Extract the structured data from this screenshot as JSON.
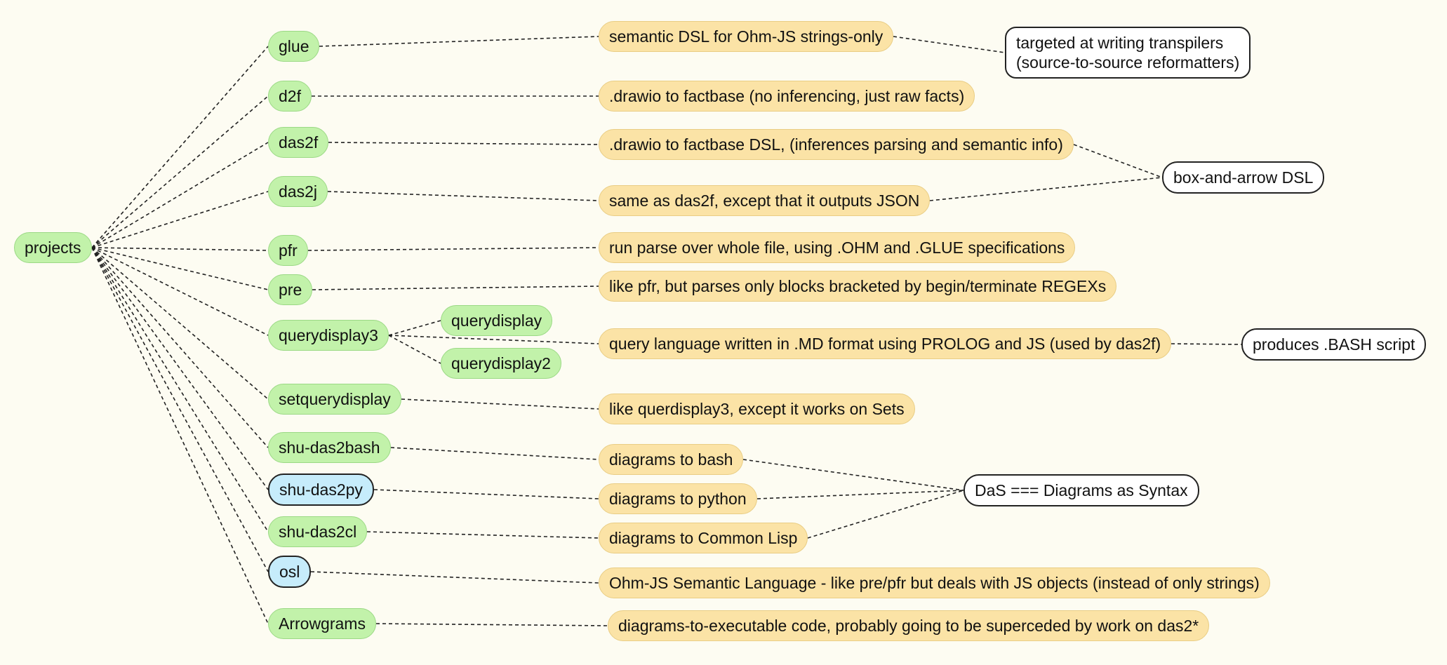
{
  "nodes": {
    "projects": "projects",
    "glue": "glue",
    "d2f": "d2f",
    "das2f": "das2f",
    "das2j": "das2j",
    "pfr": "pfr",
    "pre": "pre",
    "querydisplay3": "querydisplay3",
    "querydisplay": "querydisplay",
    "querydisplay2": "querydisplay2",
    "setquerydisplay": "setquerydisplay",
    "shu_das2bash": "shu-das2bash",
    "shu_das2py": "shu-das2py",
    "shu_das2cl": "shu-das2cl",
    "osl": "osl",
    "arrowgrams": "Arrowgrams",
    "d_glue": "semantic DSL for Ohm-JS strings-only",
    "n_transpilers_1": "targeted at writing transpilers",
    "n_transpilers_2": "(source-to-source reformatters)",
    "d_d2f": ".drawio to factbase (no inferencing, just raw facts)",
    "d_das2f": ".drawio to factbase DSL, (inferences parsing and semantic info)",
    "n_boxarrow": "box-and-arrow DSL",
    "d_das2j": "same as das2f, except that it outputs JSON",
    "d_pfr": "run parse over whole file, using .OHM and .GLUE specifications",
    "d_pre": "like pfr, but parses only blocks bracketed by begin/terminate REGEXs",
    "d_qd3": "query language written in .MD format using PROLOG and JS (used by das2f)",
    "n_bash": "produces .BASH script",
    "d_setqd": "like querdisplay3, except it works on Sets",
    "d_bash": "diagrams to bash",
    "d_python": "diagrams to python",
    "d_cl": "diagrams to Common Lisp",
    "n_das": "DaS === Diagrams as Syntax",
    "d_osl": "Ohm-JS Semantic Language - like pre/pfr but deals with JS objects (instead of only strings)",
    "d_arrowgrams": "diagrams-to-executable code, probably going to be superceded by work on das2*"
  },
  "edges": [
    [
      "projects",
      "glue"
    ],
    [
      "projects",
      "d2f"
    ],
    [
      "projects",
      "das2f"
    ],
    [
      "projects",
      "das2j"
    ],
    [
      "projects",
      "pfr"
    ],
    [
      "projects",
      "pre"
    ],
    [
      "projects",
      "querydisplay3"
    ],
    [
      "projects",
      "setquerydisplay"
    ],
    [
      "projects",
      "shu-das2bash"
    ],
    [
      "projects",
      "shu-das2py"
    ],
    [
      "projects",
      "shu-das2cl"
    ],
    [
      "projects",
      "osl"
    ],
    [
      "projects",
      "arrowgrams"
    ],
    [
      "glue",
      "d-glue"
    ],
    [
      "d-glue",
      "n-transpilers"
    ],
    [
      "d2f",
      "d-d2f"
    ],
    [
      "das2f",
      "d-das2f"
    ],
    [
      "d-das2f",
      "n-boxarrow"
    ],
    [
      "das2j",
      "d-das2j"
    ],
    [
      "d-das2j",
      "n-boxarrow"
    ],
    [
      "pfr",
      "d-pfr"
    ],
    [
      "pre",
      "d-pre"
    ],
    [
      "querydisplay3",
      "querydisplay"
    ],
    [
      "querydisplay3",
      "querydisplay2"
    ],
    [
      "querydisplay3",
      "d-qd3"
    ],
    [
      "d-qd3",
      "n-bash"
    ],
    [
      "setquerydisplay",
      "d-setqd"
    ],
    [
      "shu-das2bash",
      "d-bash"
    ],
    [
      "d-bash",
      "n-das"
    ],
    [
      "shu-das2py",
      "d-python"
    ],
    [
      "d-python",
      "n-das"
    ],
    [
      "shu-das2cl",
      "d-cl"
    ],
    [
      "d-cl",
      "n-das"
    ],
    [
      "osl",
      "d-osl"
    ],
    [
      "arrowgrams",
      "d-arrowgrams"
    ]
  ]
}
